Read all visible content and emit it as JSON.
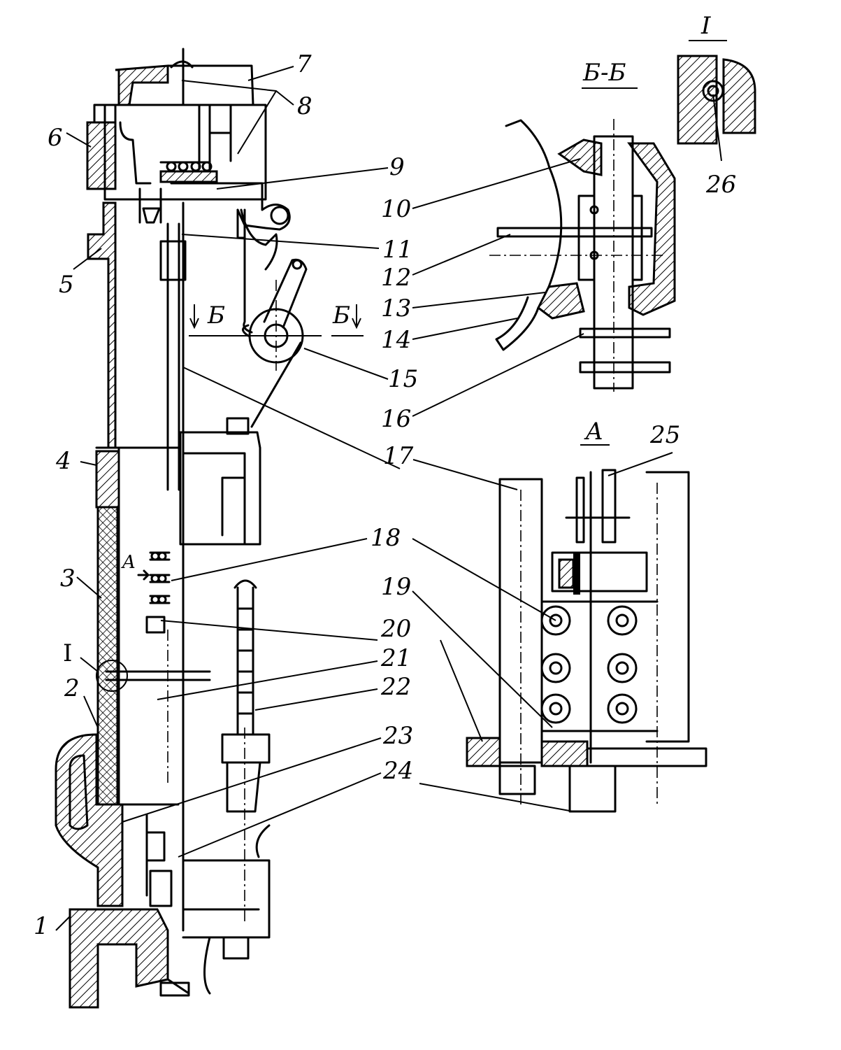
{
  "views": {
    "main": "",
    "section": "Б-Б",
    "view_a": "A",
    "detail": "I"
  },
  "cut_marks": {
    "left": "Б",
    "right": "Б"
  },
  "view_arrow": "A",
  "detail_callout": "I",
  "labels": [
    "1",
    "2",
    "3",
    "4",
    "5",
    "6",
    "7",
    "8",
    "9",
    "10",
    "11",
    "12",
    "13",
    "14",
    "15",
    "16",
    "17",
    "18",
    "19",
    "20",
    "21",
    "22",
    "23",
    "24",
    "25",
    "26"
  ]
}
